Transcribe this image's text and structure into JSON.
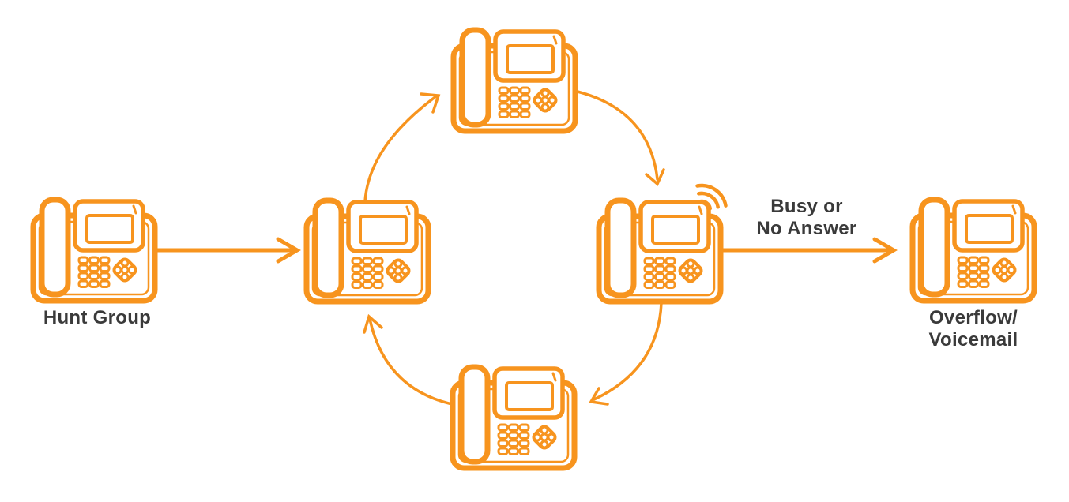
{
  "colors": {
    "accent": "#F7941E",
    "label_text": "#3A3A3A",
    "background": "#FFFFFF"
  },
  "diagram": {
    "type": "hunt-group-call-flow",
    "nodes": {
      "hunt_group": {
        "icon": "desk-phone-icon",
        "label": "Hunt Group"
      },
      "member_left": {
        "icon": "desk-phone-icon"
      },
      "member_top": {
        "icon": "desk-phone-icon"
      },
      "member_right": {
        "icon": "desk-phone-icon",
        "status_icon": "ringing-waves-icon",
        "status": "ringing"
      },
      "member_bottom": {
        "icon": "desk-phone-icon"
      },
      "overflow": {
        "icon": "desk-phone-icon",
        "label_line1": "Overflow/",
        "label_line2": "Voicemail"
      }
    },
    "edges": {
      "hunt_to_left": {
        "from": "hunt_group",
        "to": "member_left",
        "style": "straight-arrow"
      },
      "left_to_top": {
        "from": "member_left",
        "to": "member_top",
        "style": "curved-arrow"
      },
      "top_to_right": {
        "from": "member_top",
        "to": "member_right",
        "style": "curved-arrow"
      },
      "right_to_bottom": {
        "from": "member_right",
        "to": "member_bottom",
        "style": "curved-arrow"
      },
      "bottom_to_left": {
        "from": "member_bottom",
        "to": "member_left",
        "style": "curved-arrow"
      },
      "busy_to_overflow": {
        "from": "member_right",
        "to": "overflow",
        "style": "straight-arrow",
        "label_line1": "Busy or",
        "label_line2": "No Answer"
      }
    }
  }
}
